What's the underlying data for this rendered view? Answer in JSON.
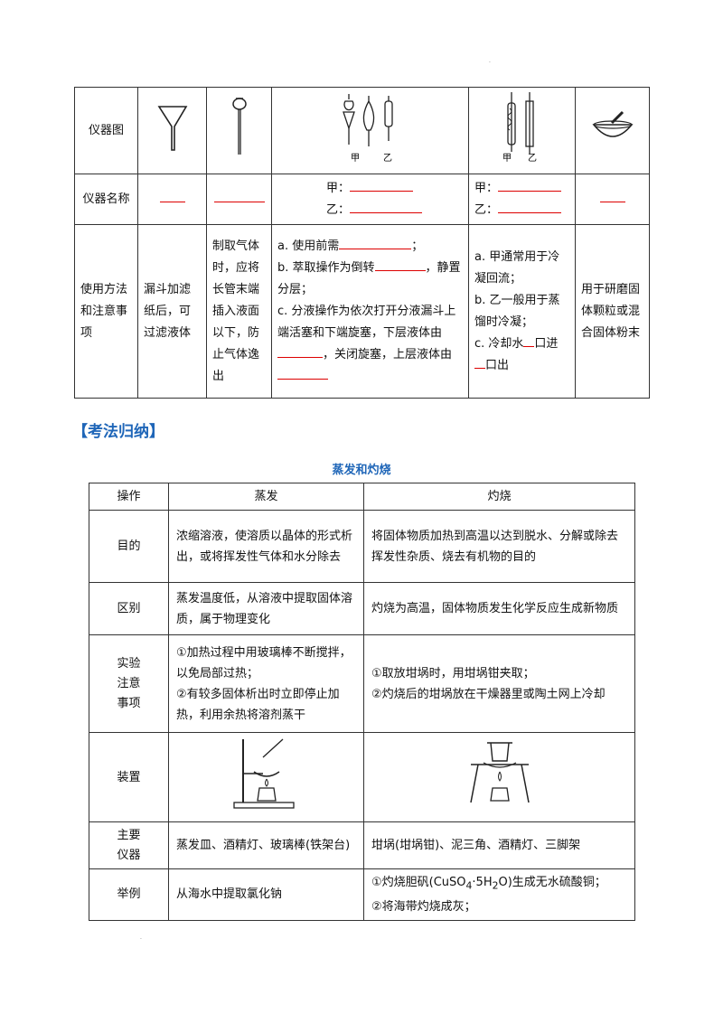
{
  "instruments": {
    "row_labels": [
      "仪器图",
      "仪器名称",
      "使用方法和注意事项"
    ],
    "sep_funnel_labels": [
      "甲",
      "乙"
    ],
    "condenser_labels": [
      "甲",
      "乙"
    ],
    "names": {
      "sep_jia": "甲：",
      "sep_yi": "乙：",
      "con_jia": "甲：",
      "con_yi": "乙："
    },
    "usage": {
      "funnel": "漏斗加滤纸后，可过滤液体",
      "long_funnel": "制取气体时，应将长管末端插入液面以下，防止气体逸出",
      "sep_a": "a. 使用前需",
      "sep_a_end": "；",
      "sep_b": "b. 萃取操作为倒转",
      "sep_b_end": "，静置分层；",
      "sep_c": "c. 分液操作为依次打开分液漏斗上端活塞和下端旋塞，下层液体由",
      "sep_c_mid": "，关闭旋塞，上层液体由",
      "con_a": "a. 甲通常用于冷凝回流；",
      "con_b": "b. 乙一般用于蒸馏时冷凝；",
      "con_c1": "c. 冷却水",
      "con_c2": "口进",
      "con_c3": "口出",
      "mortar": "用于研磨固体颗粒或混合固体粉末"
    }
  },
  "section_title": "【考法归纳】",
  "table_title": "蒸发和灼烧",
  "evap": {
    "headers": [
      "操作",
      "蒸发",
      "灼烧"
    ],
    "rows": [
      {
        "label": "目的",
        "evap": "浓缩溶液，使溶质以晶体的形式析出，或将挥发性气体和水分除去",
        "burn": "将固体物质加热到高温以达到脱水、分解或除去挥发性杂质、烧去有机物的目的"
      },
      {
        "label": "区别",
        "evap": "蒸发温度低，从溶液中提取固体溶质，属于物理变化",
        "burn": "灼烧为高温，固体物质发生化学反应生成新物质"
      },
      {
        "label": "实验注意事项",
        "evap": "①加热过程中用玻璃棒不断搅拌，以免局部过热；",
        "evap2": "②有较多固体析出时立即停止加热，利用余热将溶剂蒸干",
        "burn": "①取放坩埚时，用坩埚钳夹取；",
        "burn2": "②灼烧后的坩埚放在干燥器里或陶土网上冷却"
      },
      {
        "label": "装置"
      },
      {
        "label": "主要仪器",
        "evap": "蒸发皿、酒精灯、玻璃棒(铁架台)",
        "burn": "坩埚(坩埚钳)、泥三角、酒精灯、三脚架"
      },
      {
        "label": "举例",
        "evap": "从海水中提取氯化钠",
        "burn_pre": "①灼烧胆矾(CuSO",
        "burn_sub1": "4",
        "burn_mid": "·5H",
        "burn_sub2": "2",
        "burn_post": "O)生成无水硫酸铜；",
        "burn2": "②将海带灼烧成灰；"
      }
    ]
  }
}
